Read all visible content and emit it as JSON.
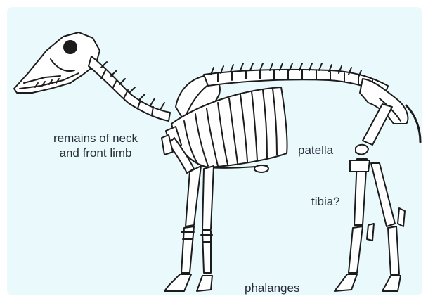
{
  "figure": {
    "background_color": "#e9f9fc",
    "ink_color": "#1c1c1c",
    "bone_color": "#ffffff",
    "labels": {
      "neck": "remains of neck\nand front limb",
      "patella": "patella",
      "tibia": "tibia?",
      "phalanges": "phalanges"
    }
  }
}
